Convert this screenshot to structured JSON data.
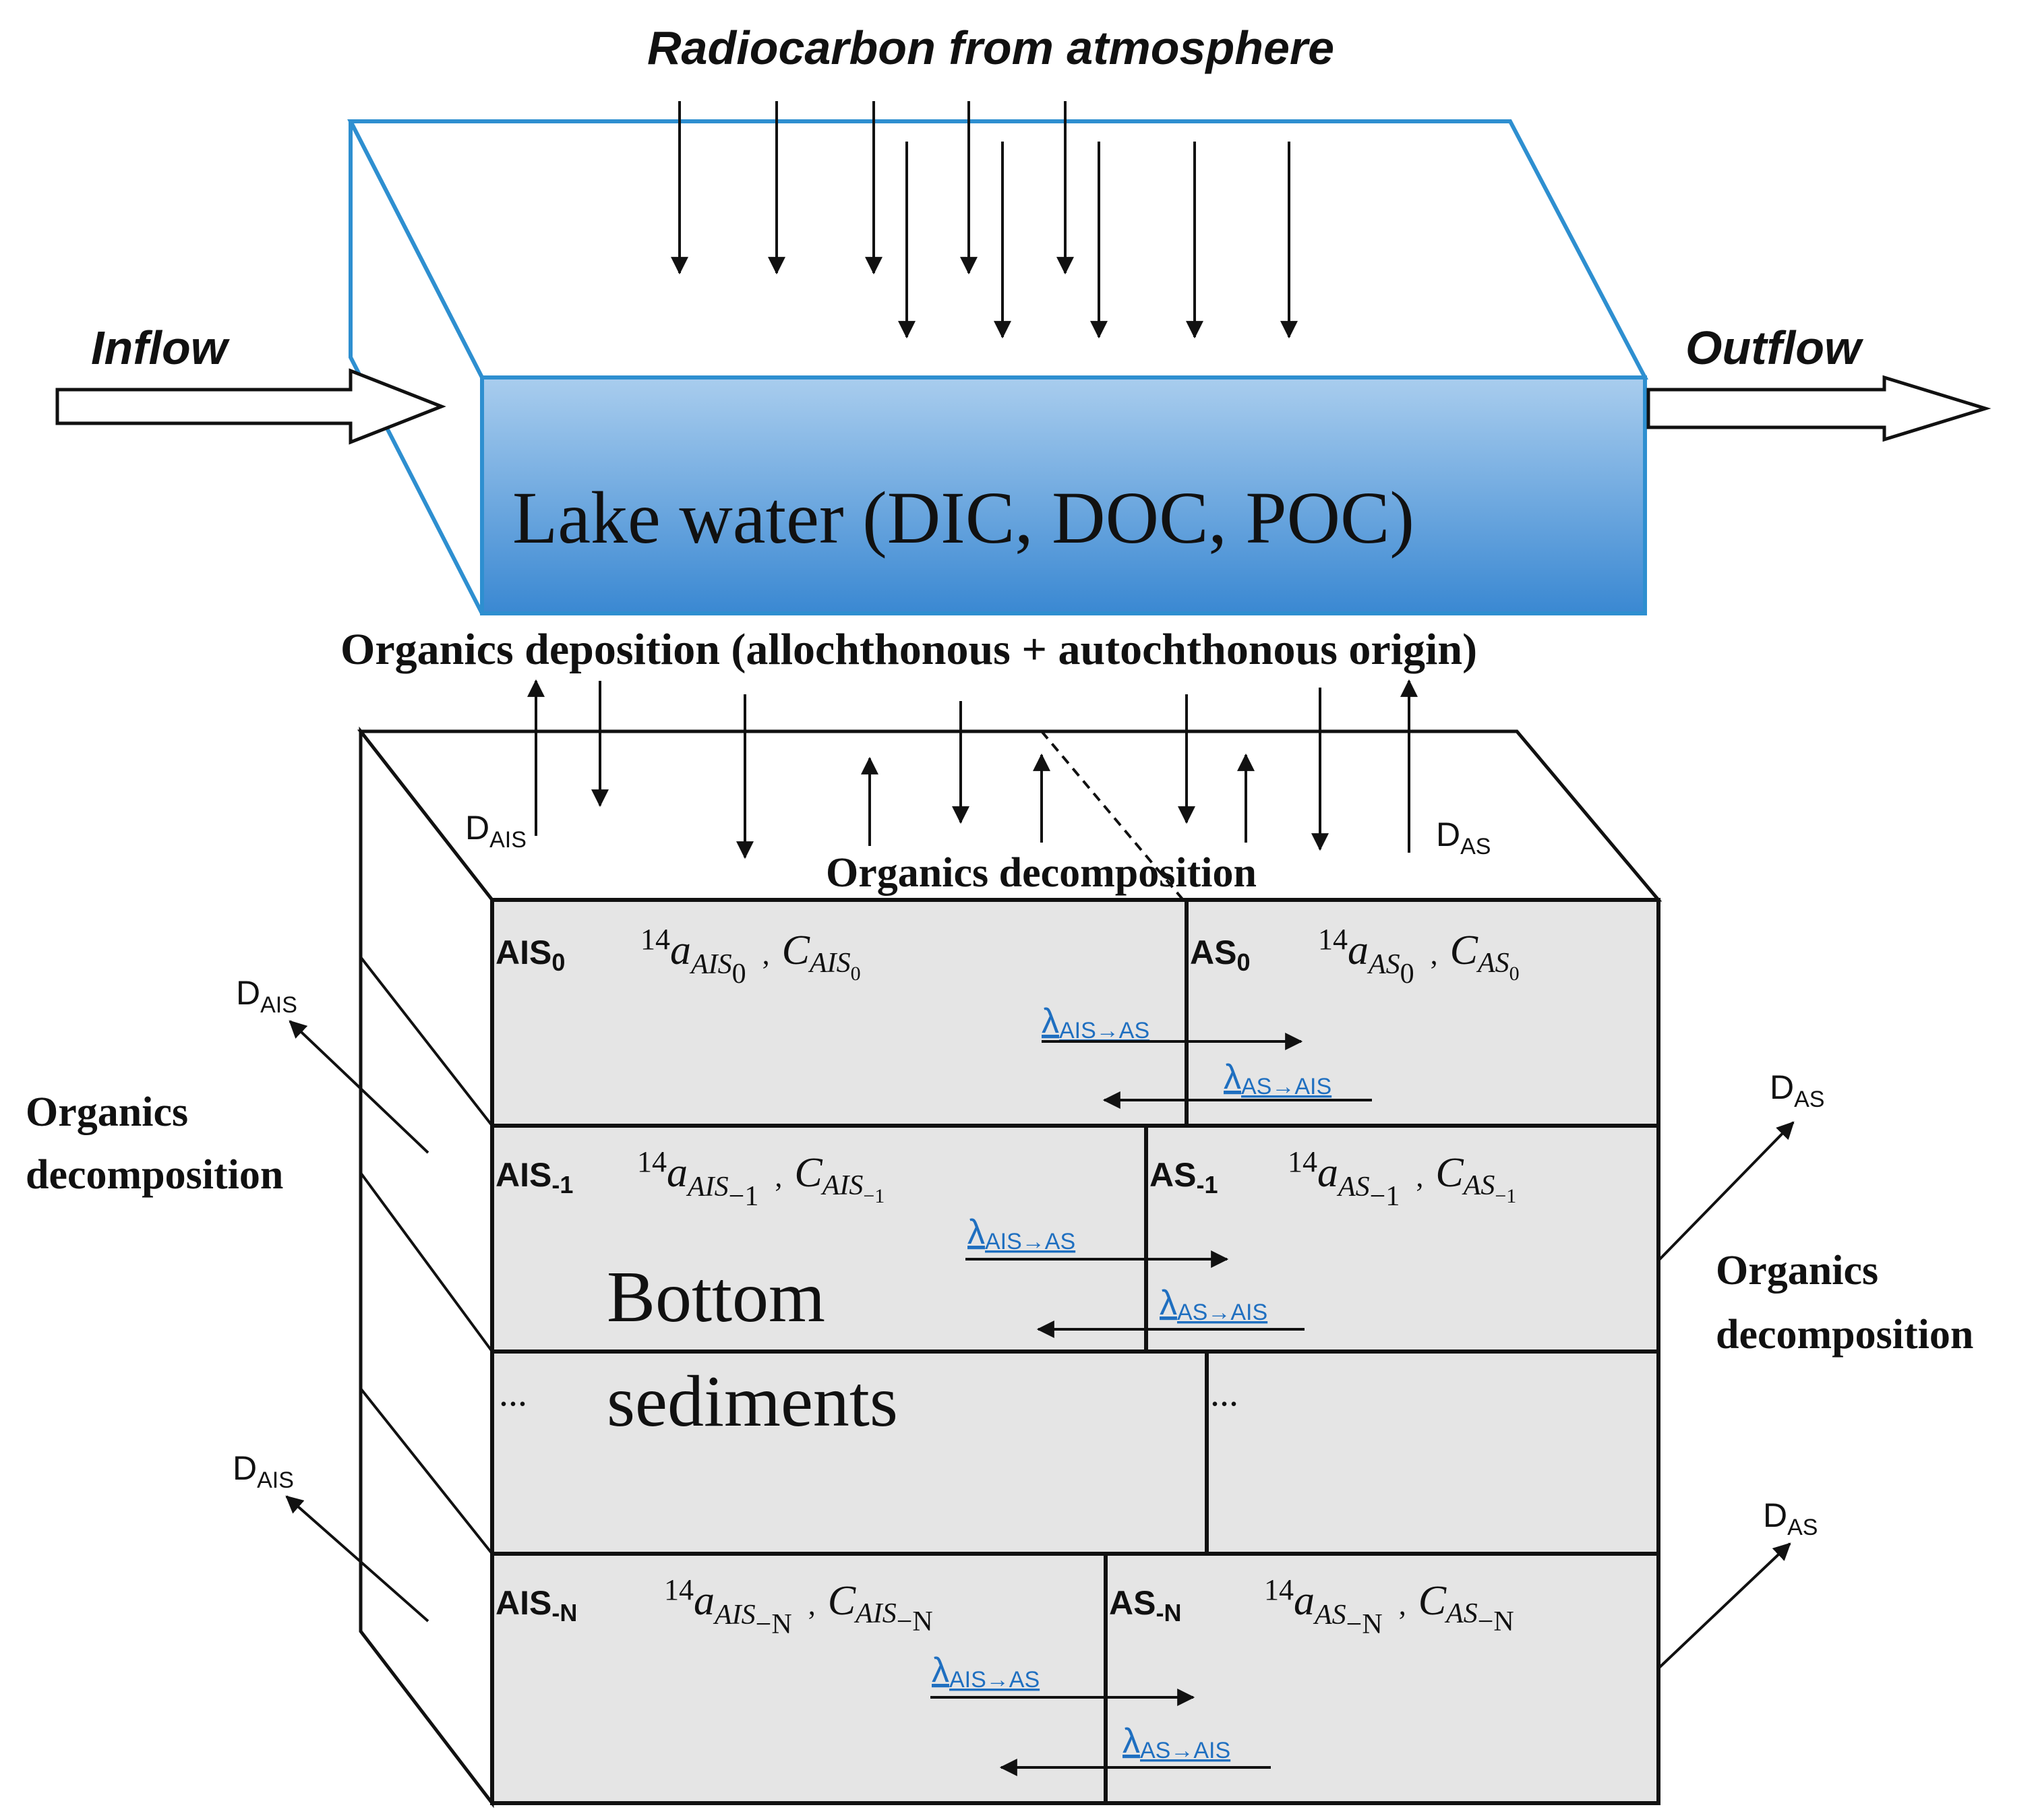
{
  "top_label": "Radiocarbon from atmosphere",
  "inflow_label": "Inflow",
  "outflow_label": "Outflow",
  "lake_label": "Lake water (DIC, DOC, POC)",
  "deposition_label": "Organics deposition (allochthonous + autochthonous origin)",
  "decomp_top_label": "Organics decomposition",
  "decomp_left_label": [
    "Organics",
    "decomposition"
  ],
  "decomp_right_label": [
    "Organics",
    "decomposition"
  ],
  "bottom_label": [
    "Bottom",
    "sediments"
  ],
  "d_ais": {
    "main": "D",
    "sub": "AIS"
  },
  "d_as": {
    "main": "D",
    "sub": "AS"
  },
  "ellipsis": "...",
  "rows": [
    {
      "left_name": {
        "main": "AIS",
        "sub": "0"
      },
      "left_formula": {
        "pre": "14",
        "a": "a",
        "a_sub": "AIS",
        "a_subsub": "0",
        "sep": ",",
        "c": "C",
        "c_sub": "AIS",
        "c_subsub": "0"
      },
      "right_name": {
        "main": "AS",
        "sub": "0"
      },
      "right_formula": {
        "pre": "14",
        "a": "a",
        "a_sub": "AS",
        "a_subsub": "0",
        "sep": ",",
        "c": "C",
        "c_sub": "AS",
        "c_subsub": "0"
      },
      "lambda_fwd": {
        "main": "λ",
        "sub": "AIS→AS"
      },
      "lambda_back": {
        "main": "λ",
        "sub": "AS→AIS"
      }
    },
    {
      "left_name": {
        "main": "AIS",
        "sub": "-1"
      },
      "left_formula": {
        "pre": "14",
        "a": "a",
        "a_sub": "AIS",
        "a_subsub": "−1",
        "sep": ",",
        "c": "C",
        "c_sub": "AIS",
        "c_subsub": "−1"
      },
      "right_name": {
        "main": "AS",
        "sub": "-1"
      },
      "right_formula": {
        "pre": "14",
        "a": "a",
        "a_sub": "AS",
        "a_subsub": "−1",
        "sep": ",",
        "c": "C",
        "c_sub": "AS",
        "c_subsub": "−1"
      },
      "lambda_fwd": {
        "main": "λ",
        "sub": "AIS→AS"
      },
      "lambda_back": {
        "main": "λ",
        "sub": "AS→AIS"
      }
    },
    {
      "left_name": {
        "main": "AIS",
        "sub": "-N"
      },
      "left_formula": {
        "pre": "14",
        "a": "a",
        "a_sub": "AIS",
        "a_subsub": "−N",
        "sep": ",",
        "c": "C",
        "c_sub": "AIS",
        "c_subsub": "−N"
      },
      "right_name": {
        "main": "AS",
        "sub": "-N"
      },
      "right_formula": {
        "pre": "14",
        "a": "a",
        "a_sub": "AS",
        "a_subsub": "−N",
        "sep": ",",
        "c": "C",
        "c_sub": "AS",
        "c_subsub": "−N"
      },
      "lambda_fwd": {
        "main": "λ",
        "sub": "AIS→AS"
      },
      "lambda_back": {
        "main": "λ",
        "sub": "AS→AIS"
      }
    }
  ],
  "colors": {
    "lake_outline": "#2e8fd0",
    "lake_fill_top": "#a9cdee",
    "lake_fill_bottom": "#3a88d2",
    "sediment_fill": "#e5e5e5",
    "lambda_text": "#1f6fc0"
  }
}
